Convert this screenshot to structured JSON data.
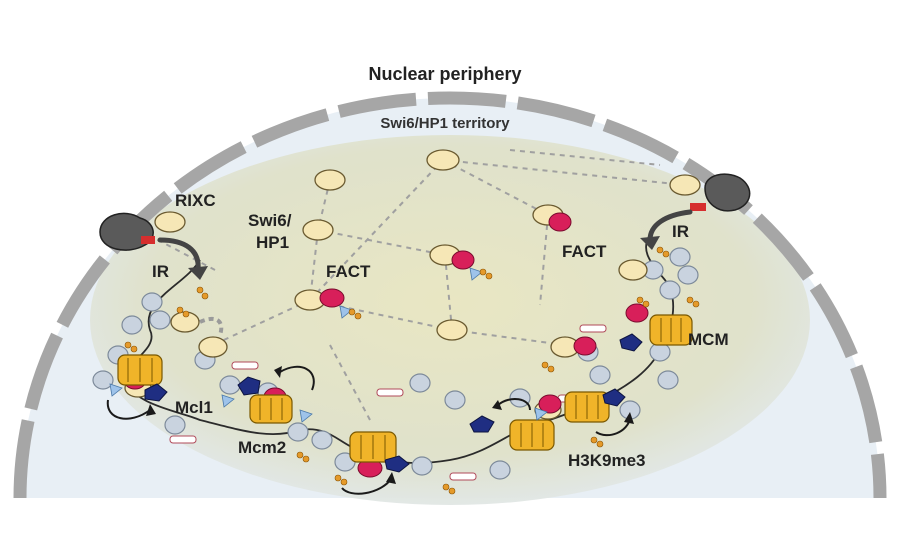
{
  "figure": {
    "title": "Nuclear periphery",
    "territory_label": "Swi6/HP1 territory"
  },
  "labels": {
    "rixc": "RIXC",
    "swi6": "Swi6/",
    "hp1": "HP1",
    "fact_left": "FACT",
    "fact_right": "FACT",
    "ir_left": "IR",
    "ir_right": "IR",
    "mcm": "MCM",
    "mcl1": "Mcl1",
    "mcm2": "Mcm2",
    "h3k9me3": "H3K9me3"
  },
  "colors": {
    "envelope": "#a6a6a6",
    "nucleoplasm": "#e8eff5",
    "territory": "#e6e6c4",
    "hp1_fill": "#f6e7b6",
    "fact": "#d81f5a",
    "mcm": "#f0b429",
    "mcl1": "#1f2e82",
    "nucleosome": "#c9d3df",
    "rnai_complex": "#5a5a5a",
    "ir_mark": "#d62e2e"
  }
}
